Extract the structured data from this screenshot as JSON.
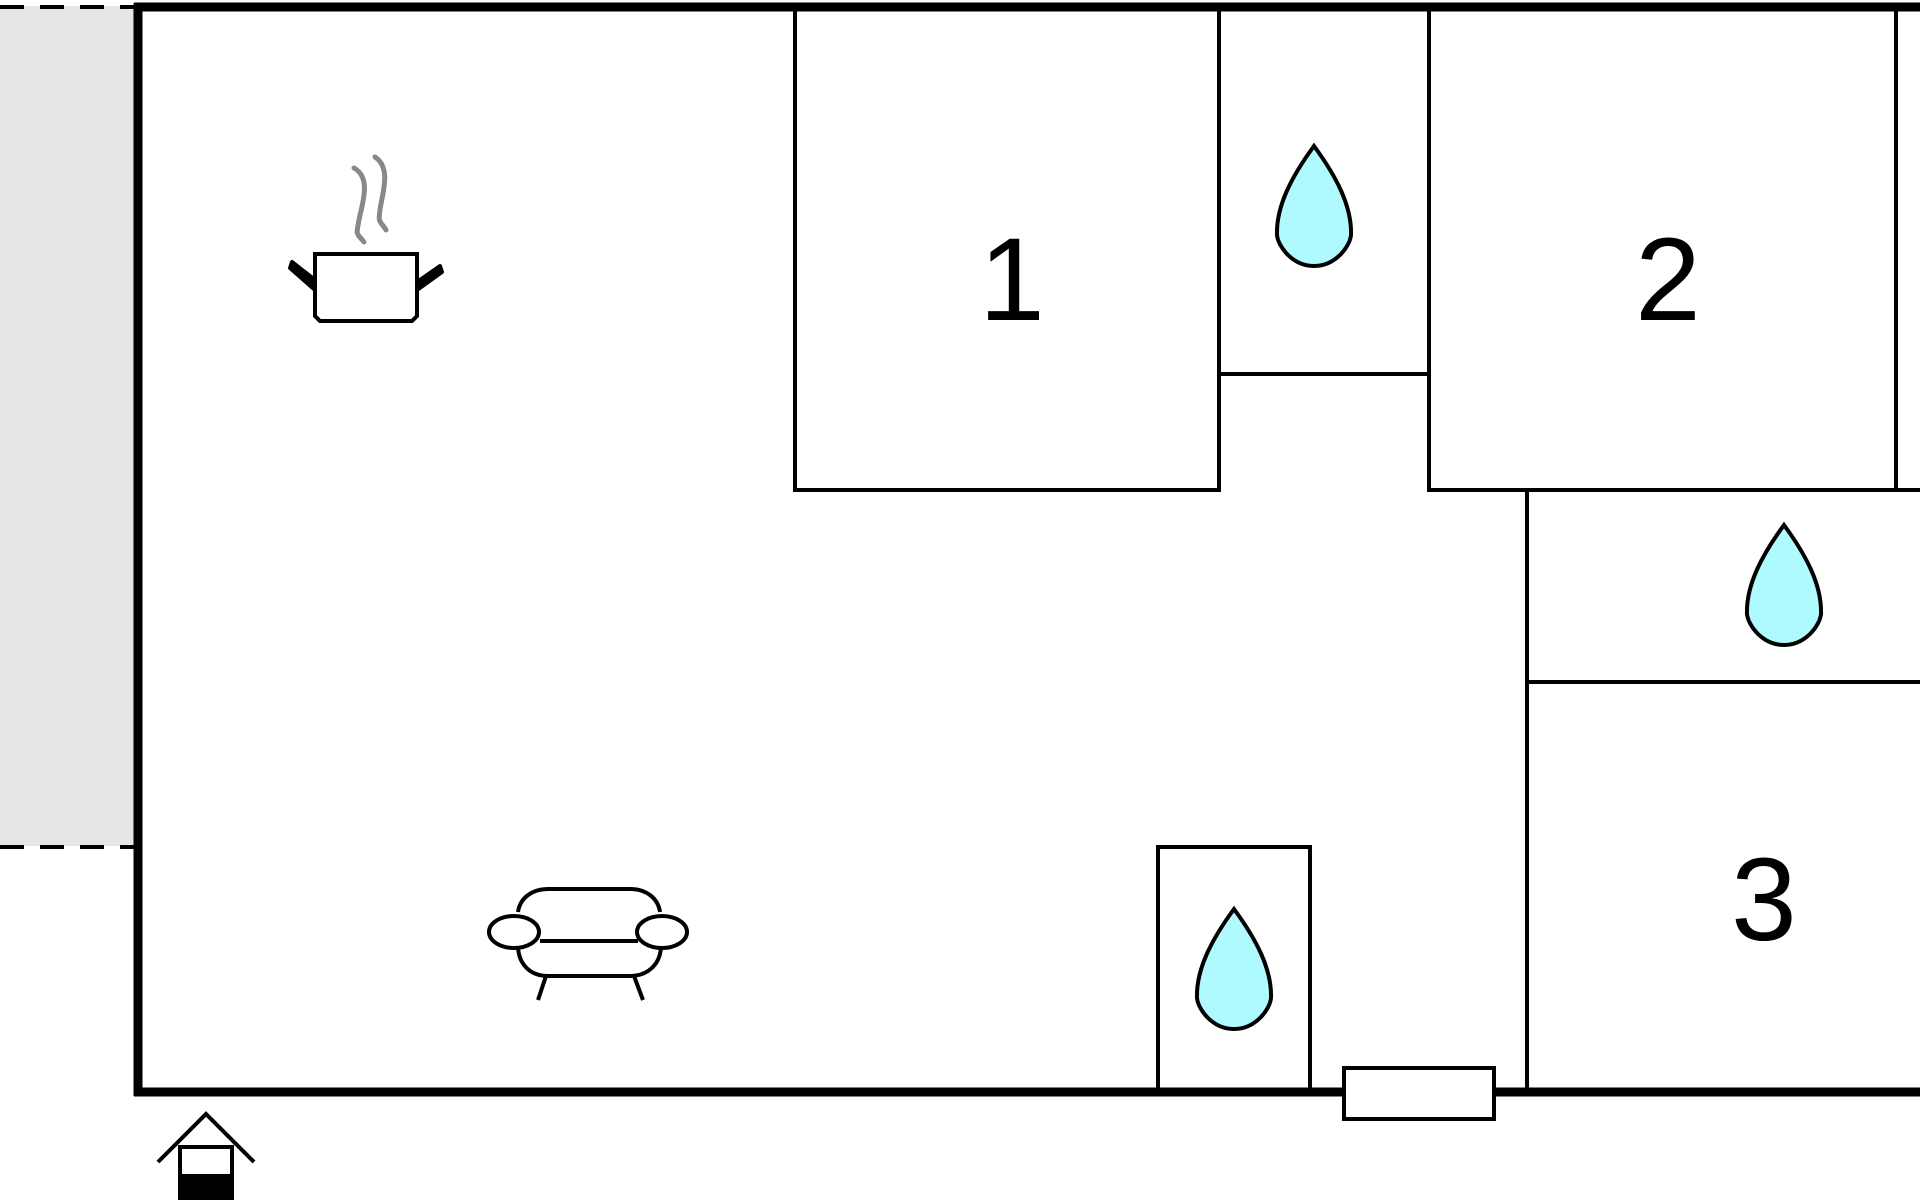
{
  "floorplan": {
    "rooms": [
      {
        "id": "bedroom-1",
        "number": "1"
      },
      {
        "id": "bedroom-2",
        "number": "2"
      },
      {
        "id": "bedroom-3",
        "number": "3"
      }
    ],
    "icons": {
      "kitchen": "cooking-pot-icon",
      "living": "sofa-icon",
      "bathroom": "water-drop-icon",
      "entrance": "entrance-house-icon",
      "window": "window-icon"
    },
    "colors": {
      "wall": "#000000",
      "water_drop": "#aefaff",
      "terrace": "#e6e6e6",
      "steam": "#888888",
      "background": "#ffffff"
    }
  }
}
